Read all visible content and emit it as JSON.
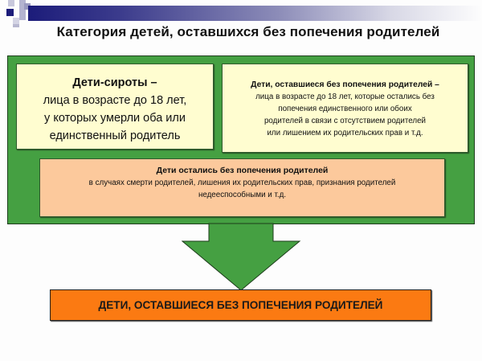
{
  "slide": {
    "title": "Категория детей, оставшихся без попечения родителей",
    "colors": {
      "container_green": "#45a042",
      "yellow_box": "#fffdd0",
      "peach_box": "#fcc99c",
      "orange_box": "#fb7a12",
      "header_bar": "#1c1c7a"
    }
  },
  "orphans_box": {
    "heading": "Дети-сироты –",
    "lines": [
      "лица в возрасте до 18 лет,",
      "у которых умерли оба или",
      "единственный родитель"
    ]
  },
  "without_care_box": {
    "heading": "Дети, оставшиеся без попечения родителей –",
    "lines": [
      "лица в возрасте до 18 лет, которые остались без",
      "попечения единственного или обоих",
      "родителей в связи с отсутствием родителей",
      "или лишением их родительских прав и т.д."
    ]
  },
  "left_without_care_box": {
    "heading": "Дети остались без попечения родителей",
    "lines": [
      "в случаях смерти родителей, лишения их родительских прав, признания родителей",
      "недееспособными  и т.д."
    ]
  },
  "result_box": {
    "label": "ДЕТИ, ОСТАВШИЕСЯ БЕЗ ПОПЕЧЕНИЯ РОДИТЕЛЕЙ"
  }
}
